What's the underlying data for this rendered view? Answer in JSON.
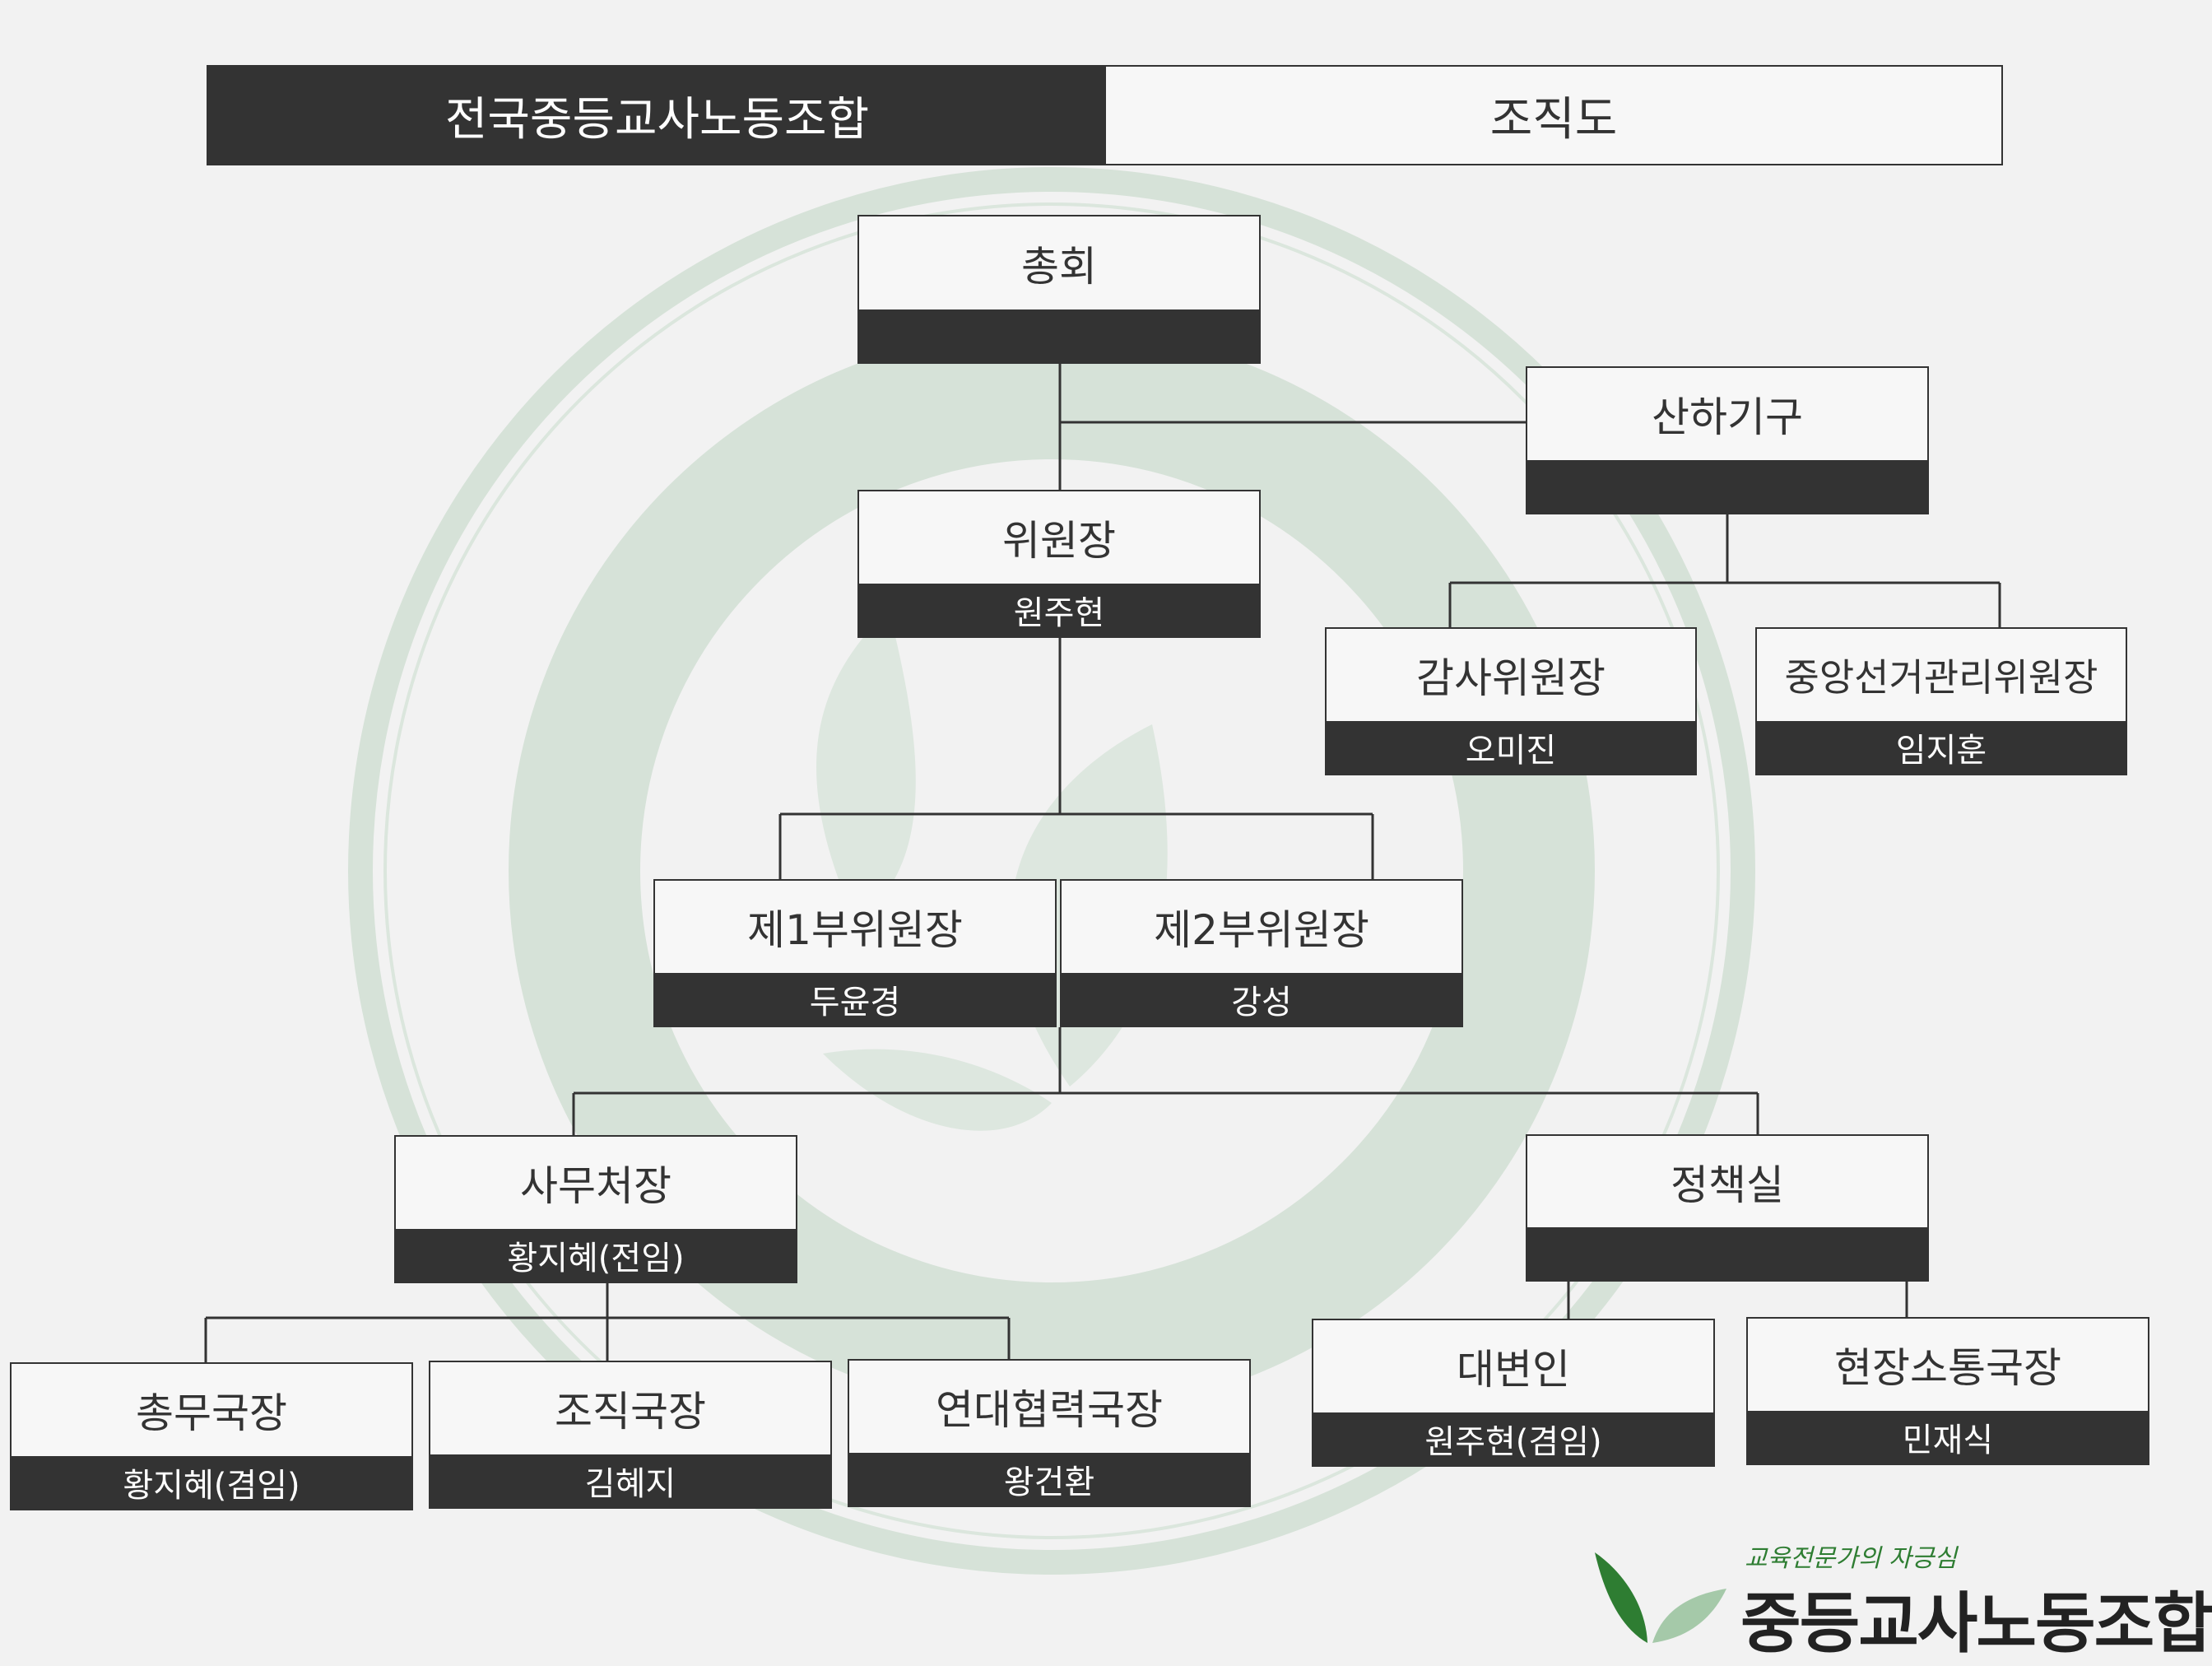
{
  "header": {
    "org": "전국중등교사노동조합",
    "title": "조직도"
  },
  "nodes": {
    "general_assembly": {
      "title": "총회",
      "name": ""
    },
    "affiliates": {
      "title": "산하기구",
      "name": ""
    },
    "chair": {
      "title": "위원장",
      "name": "원주현"
    },
    "auditor": {
      "title": "감사위원장",
      "name": "오미진"
    },
    "election": {
      "title": "중앙선거관리위원장",
      "name": "임지훈"
    },
    "vice1": {
      "title": "제1부위원장",
      "name": "두윤경"
    },
    "vice2": {
      "title": "제2부위원장",
      "name": "강성"
    },
    "secretary_general": {
      "title": "사무처장",
      "name": "황지혜(전임)"
    },
    "policy": {
      "title": "정책실",
      "name": ""
    },
    "general_affairs": {
      "title": "총무국장",
      "name": "황지혜(겸임)"
    },
    "organization": {
      "title": "조직국장",
      "name": "김혜지"
    },
    "solidarity": {
      "title": "연대협력국장",
      "name": "왕건환"
    },
    "spokesperson": {
      "title": "대변인",
      "name": "원주현(겸임)"
    },
    "field_comm": {
      "title": "현장소통국장",
      "name": "민재식"
    }
  },
  "logo": {
    "slogan": "교육전문가의 자긍심",
    "org": "중등교사노동조합"
  },
  "colors": {
    "dark": "#333333",
    "background": "#f2f2f2",
    "watermark": "#cfdcd2",
    "leaf_green": "#2e7d32"
  },
  "icons": {
    "logo_leaf": "green-leaf-icon",
    "watermark": "union-seal-watermark"
  }
}
